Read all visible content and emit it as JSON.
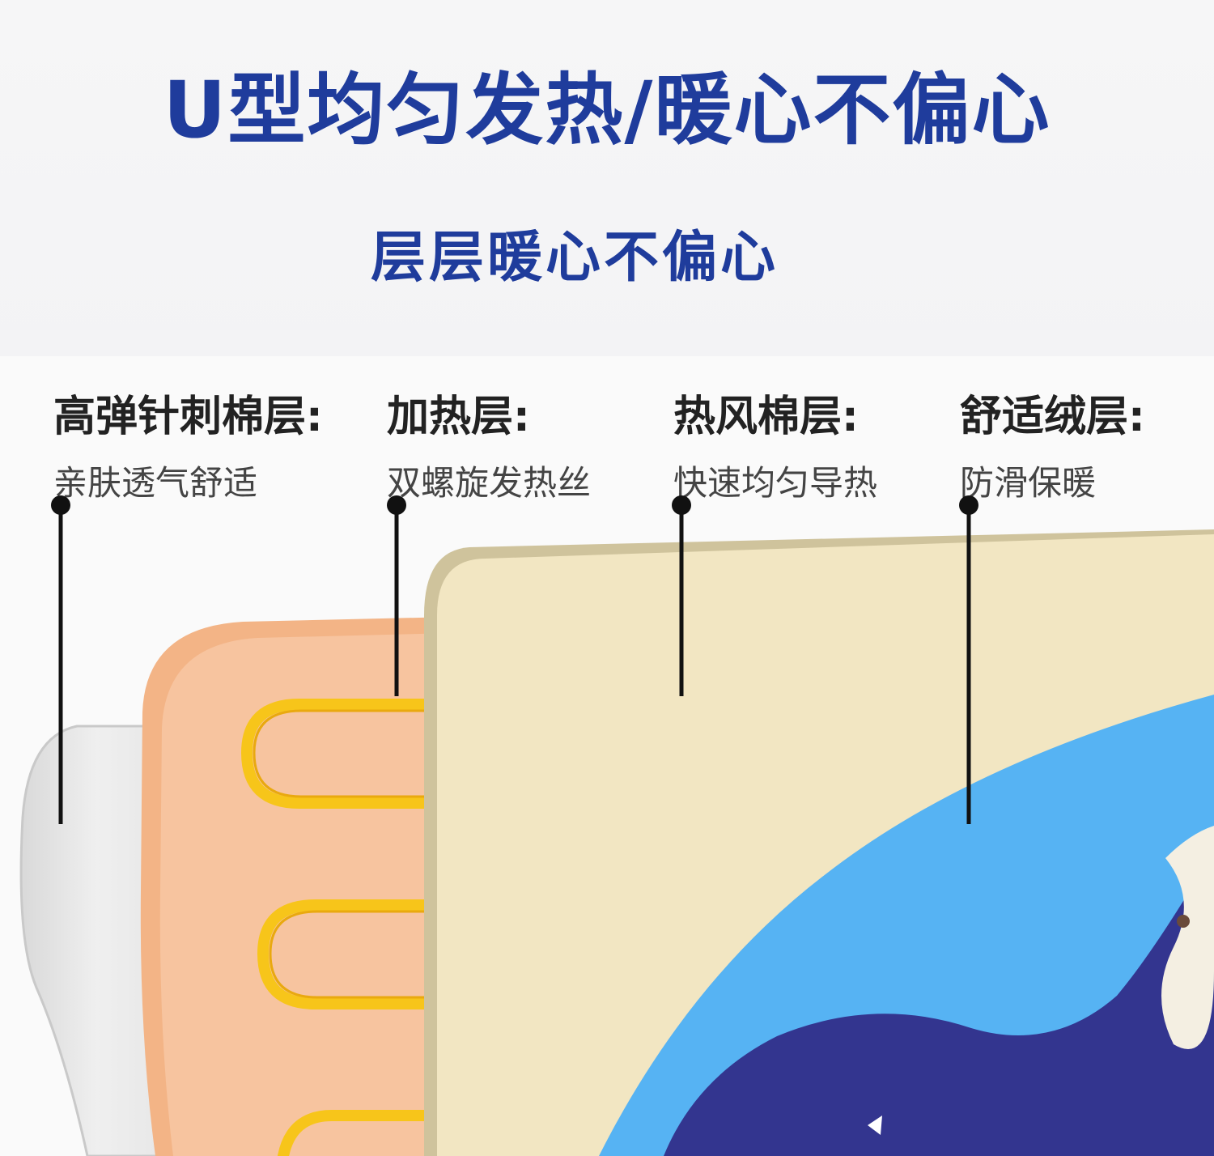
{
  "header": {
    "title": "U型均匀发热/暖心不偏心",
    "subtitle": "层层暖心不偏心"
  },
  "layers": [
    {
      "name": "高弹针刺棉层:",
      "desc": "亲肤透气舒适"
    },
    {
      "name": "加热层:",
      "desc": "双螺旋发热丝"
    },
    {
      "name": "热风棉层:",
      "desc": "快速均匀导热"
    },
    {
      "name": "舒适绒层:",
      "desc": "防滑保暖"
    }
  ],
  "colors": {
    "brand_blue": "#1f3c9c",
    "layer_white": "#e6e6e6",
    "layer_orange": "#f5bf96",
    "heating_wire": "#f7c51a",
    "layer_cream": "#f2e6c2",
    "layer_cream_edge": "#cfc39c",
    "layer_blue": "#56b3f3",
    "layer_navy": "#33358f"
  }
}
